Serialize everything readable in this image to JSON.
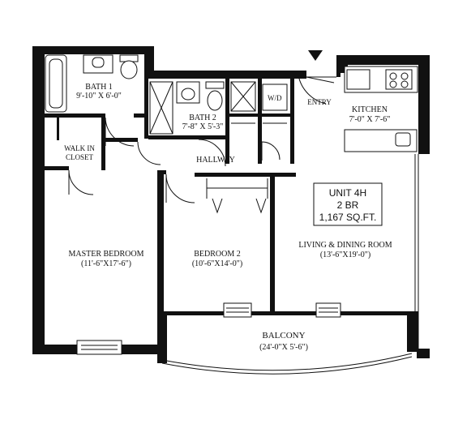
{
  "unit": {
    "name": "UNIT 4H",
    "bedrooms": "2 BR",
    "area": "1,167 SQ.FT."
  },
  "rooms": {
    "bath1": {
      "name": "BATH 1",
      "dims": "9'-10\" X 6'-0\""
    },
    "bath2": {
      "name": "BATH 2",
      "dims": "7'-8\" X 5'-3\""
    },
    "walk_in_closet": {
      "line1": "WALK IN",
      "line2": "CLOSET"
    },
    "hallway": {
      "name": "HALLWAY"
    },
    "entry": {
      "name": "ENTRY"
    },
    "kitchen": {
      "name": "KITCHEN",
      "dims": "7'-0\" X 7'-6\""
    },
    "master_bedroom": {
      "name": "MASTER BEDROOM",
      "dims": "(11'-6\"X17'-6\")"
    },
    "bedroom2": {
      "name": "BEDROOM 2",
      "dims": "(10'-6\"X14'-0\")"
    },
    "living_dining": {
      "name": "LIVING & DINING ROOM",
      "dims": "(13'-6\"X19'-0\")"
    },
    "balcony": {
      "name": "BALCONY",
      "dims": "(24'-0\"X 5'-6\")"
    },
    "washer_dryer": {
      "name": "W/D"
    }
  },
  "colors": {
    "wall": "#111111",
    "background": "#ffffff"
  }
}
